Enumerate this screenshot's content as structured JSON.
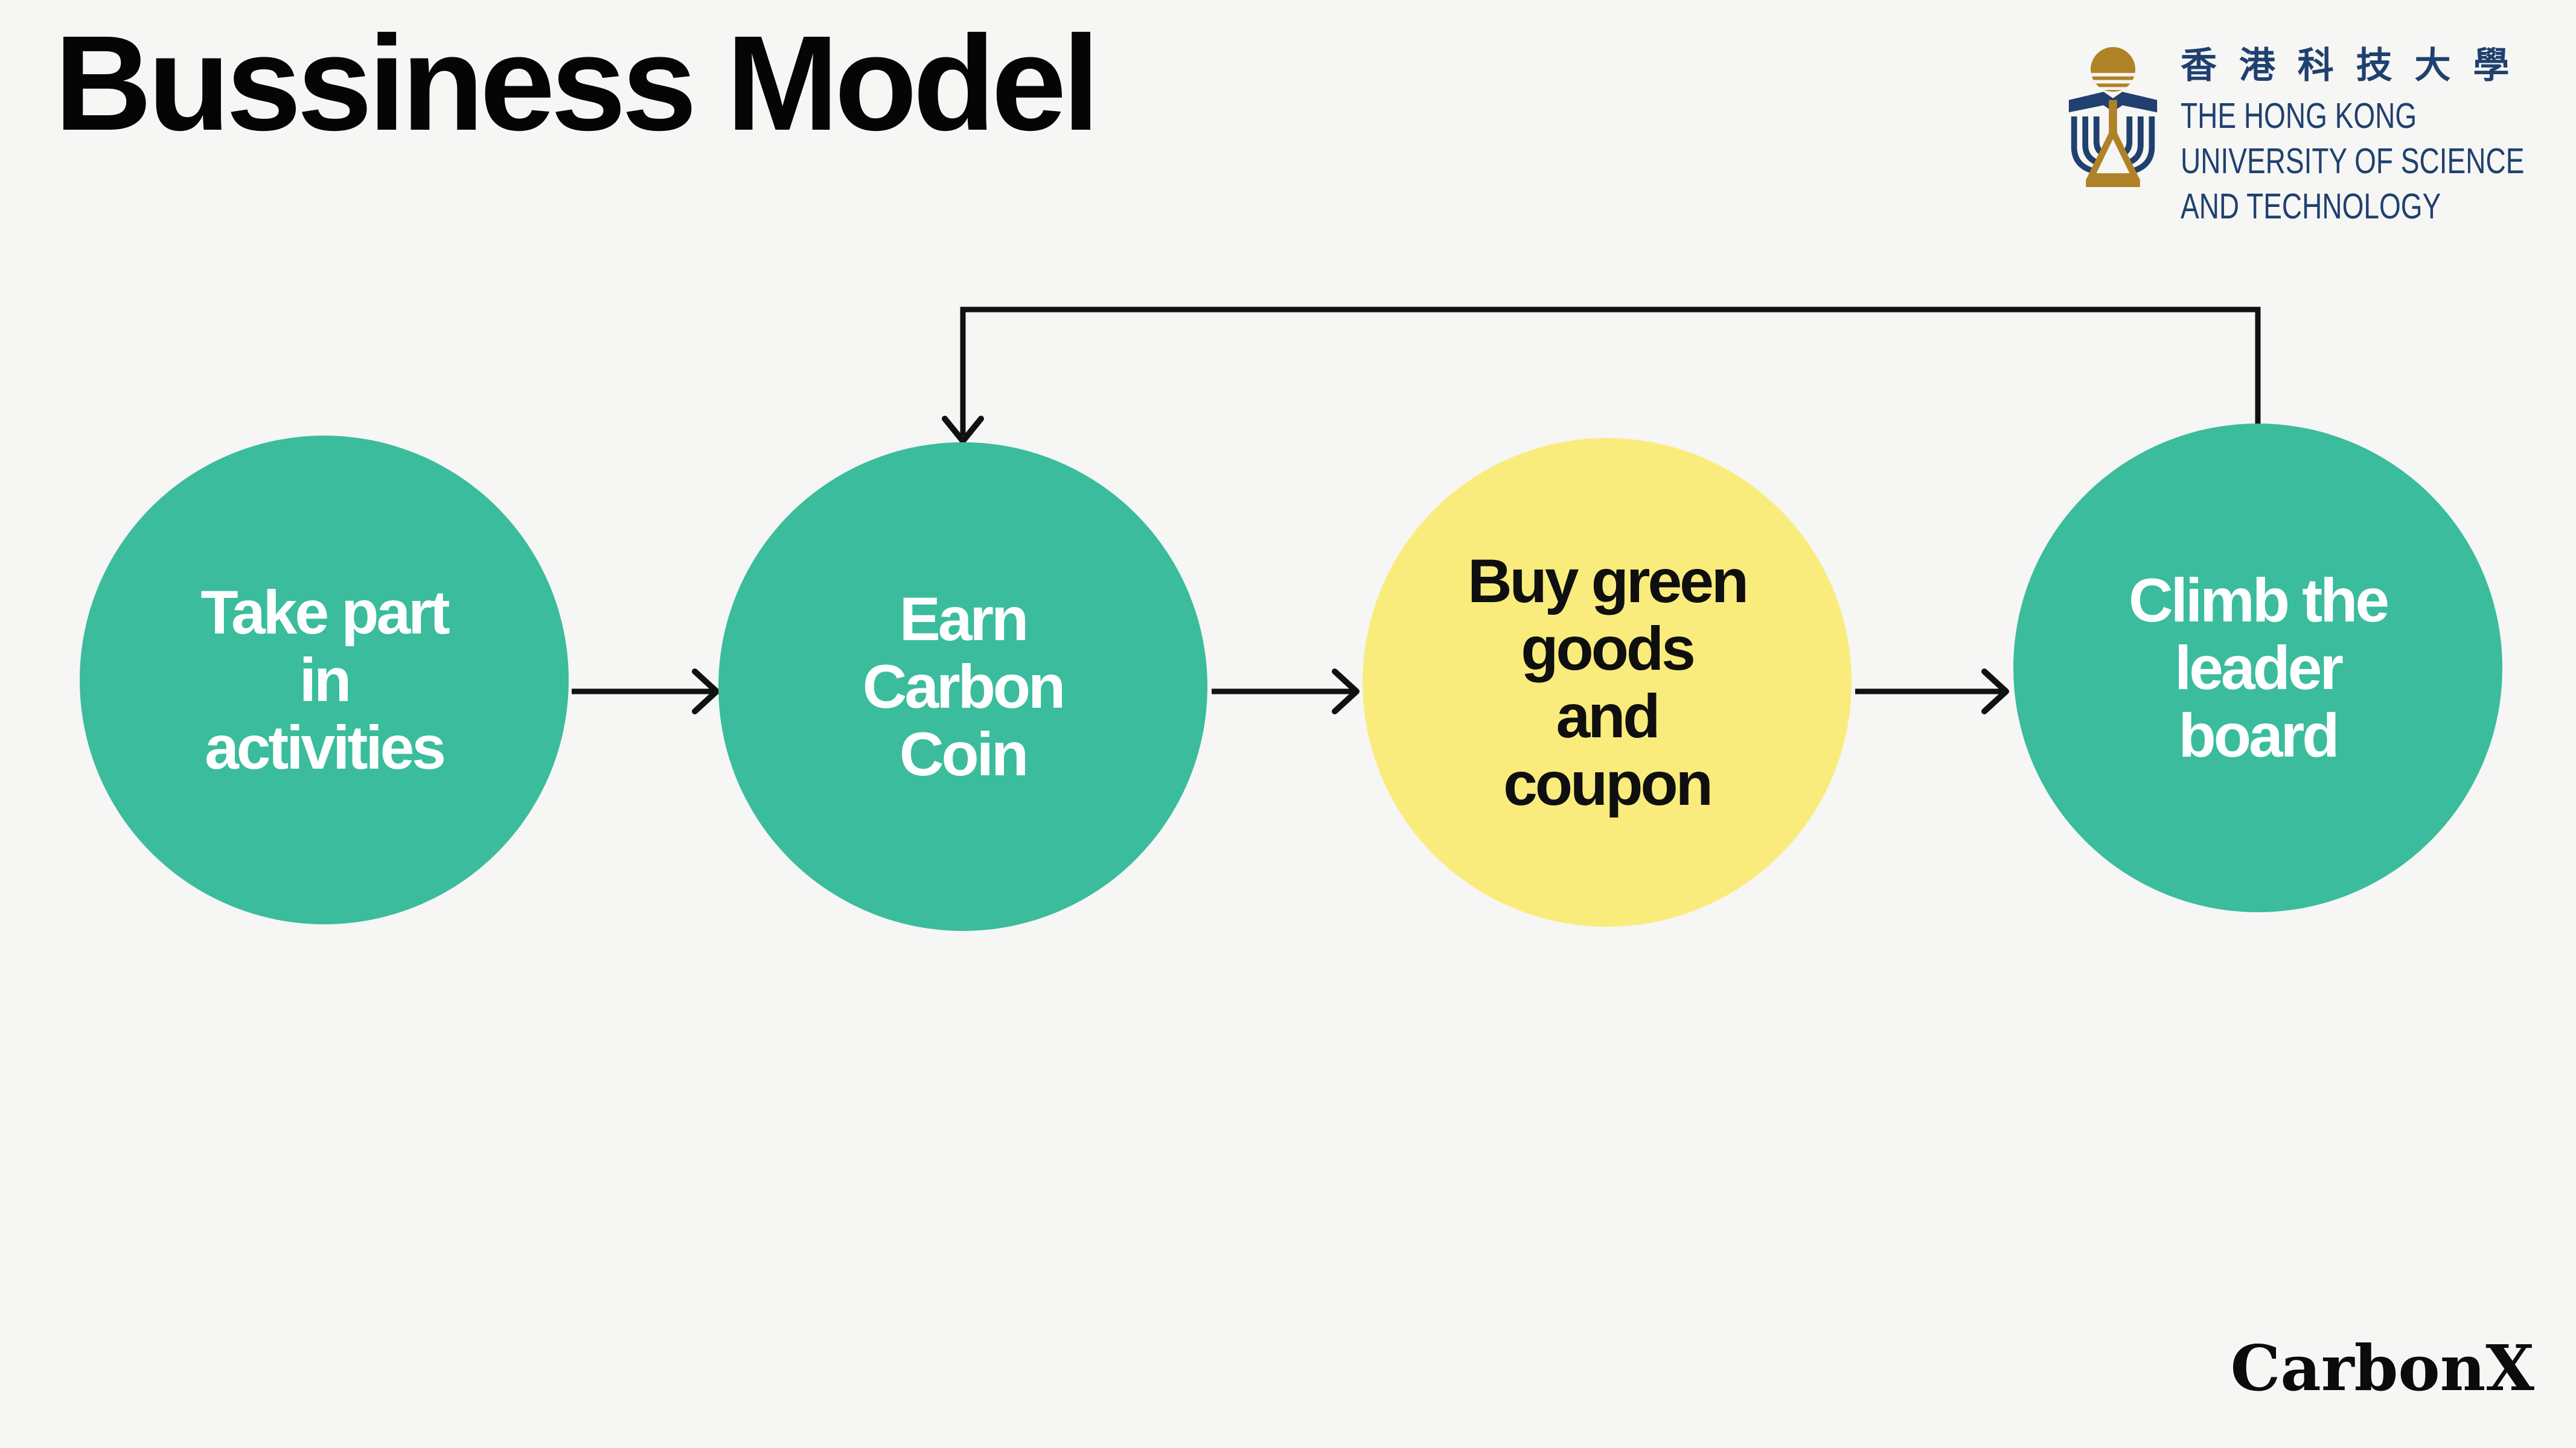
{
  "slide": {
    "title": "Bussiness Model",
    "background_color": "#f6f6f4"
  },
  "university_logo": {
    "chinese_name": "香 港 科 技 大 學",
    "english_line1": "THE HONG KONG",
    "english_line2": "UNIVERSITY OF SCIENCE",
    "english_line3": "AND TECHNOLOGY",
    "navy_color": "#20406f",
    "gold_color": "#b08227"
  },
  "flow": {
    "arrow_color": "#111111",
    "loop_description": "arrow from top of step 4 back to top of step 2",
    "steps": [
      {
        "id": "take-part",
        "label": "Take part\nin\nactivities",
        "circle_color": "#3abc9d",
        "text_color": "#ffffff"
      },
      {
        "id": "earn-carbon-coin",
        "label": "Earn\nCarbon\nCoin",
        "circle_color": "#3abc9d",
        "text_color": "#ffffff"
      },
      {
        "id": "buy-green-goods",
        "label": "Buy green\ngoods\nand\ncoupon",
        "circle_color": "#f9ec7d",
        "text_color": "#0f0f0f"
      },
      {
        "id": "climb-leaderboard",
        "label": "Climb the\nleader\nboard",
        "circle_color": "#3abc9d",
        "text_color": "#ffffff"
      }
    ]
  },
  "brand": {
    "wordmark": "CarbonX",
    "color": "#0b0b0b"
  }
}
